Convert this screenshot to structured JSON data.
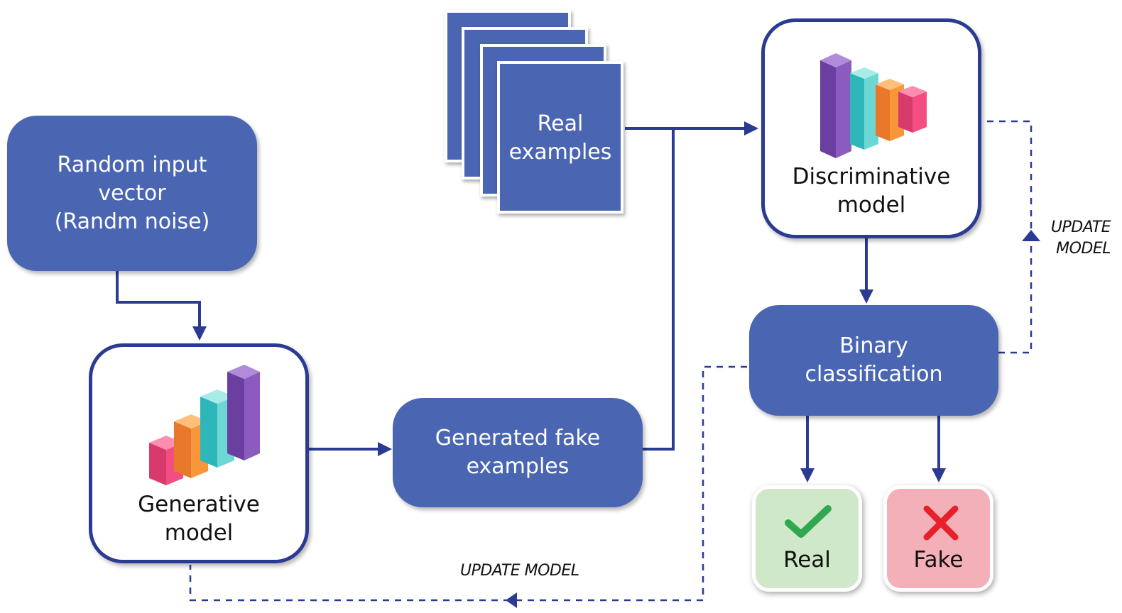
{
  "nodes": {
    "random_input": [
      "Random input",
      "vector",
      "(Randm noise)"
    ],
    "generative": [
      "Generative",
      "model"
    ],
    "generated_fake": [
      "Generated fake",
      "examples"
    ],
    "real_examples": [
      "Real",
      "examples"
    ],
    "discriminative": [
      "Discriminative",
      "model"
    ],
    "binary": [
      "Binary",
      "classification"
    ]
  },
  "results": {
    "real": "Real",
    "fake": "Fake"
  },
  "feedback": {
    "generator": "UPDATE MODEL",
    "discriminator": [
      "UPDATE",
      "MODEL"
    ]
  },
  "icons": {
    "generator_chart": "ascending-3d-bars-icon",
    "discriminator_chart": "descending-3d-bars-icon",
    "real": "checkmark-icon",
    "fake": "cross-icon"
  },
  "colors": {
    "box_blue": "#4a66b2",
    "arrow_navy": "#2b3a92",
    "real_green": "#cfe8c9",
    "fake_pink": "#f4b0b8",
    "check_green": "#2fa84f",
    "cross_red": "#e8202a"
  }
}
